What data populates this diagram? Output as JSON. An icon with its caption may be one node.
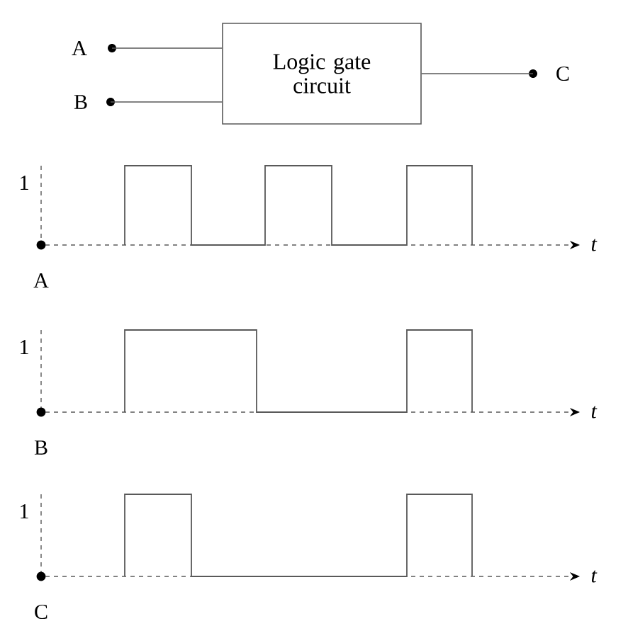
{
  "diagram": {
    "nodes": [
      {
        "text": [
          "Logic gate circuit"
        ]
      },
      {
        "text": [
          "A"
        ]
      },
      {
        "text": [
          "B"
        ]
      },
      {
        "text": [
          "C"
        ]
      }
    ],
    "edges": [
      {
        "from": 1,
        "to": 0,
        "arrow": "none"
      },
      {
        "from": 2,
        "to": 0,
        "arrow": "none"
      },
      {
        "from": 0,
        "to": 3,
        "arrow": "none"
      }
    ],
    "labels": [
      "1",
      "*t*",
      "A",
      "1",
      "*t*",
      "B",
      "1",
      "*t*",
      "C"
    ]
  }
}
